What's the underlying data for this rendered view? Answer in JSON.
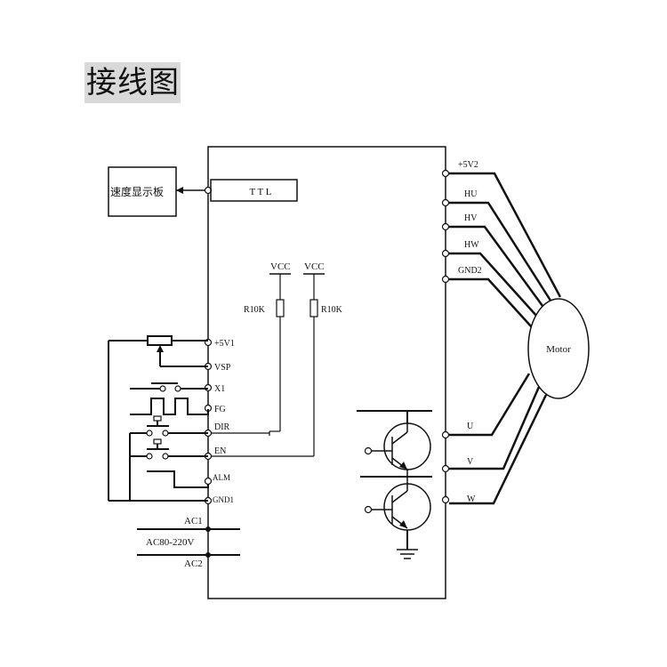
{
  "title": "接线图",
  "speed_board": "速度显示板",
  "ttl": "T T L",
  "vcc_left": "VCC",
  "vcc_right": "VCC",
  "r_left": "R10K",
  "r_right": "R10K",
  "left_pins": [
    "+5V1",
    "VSP",
    "X1",
    "FG",
    "DIR",
    "EN",
    "ALM",
    "GND1"
  ],
  "right_pins_top": [
    "+5V2",
    "HU",
    "HV",
    "HW",
    "GND2"
  ],
  "right_pins_bottom": [
    "U",
    "V",
    "W"
  ],
  "motor": "Motor",
  "ac1": "AC1",
  "ac_range": "AC80-220V",
  "ac2": "AC2"
}
